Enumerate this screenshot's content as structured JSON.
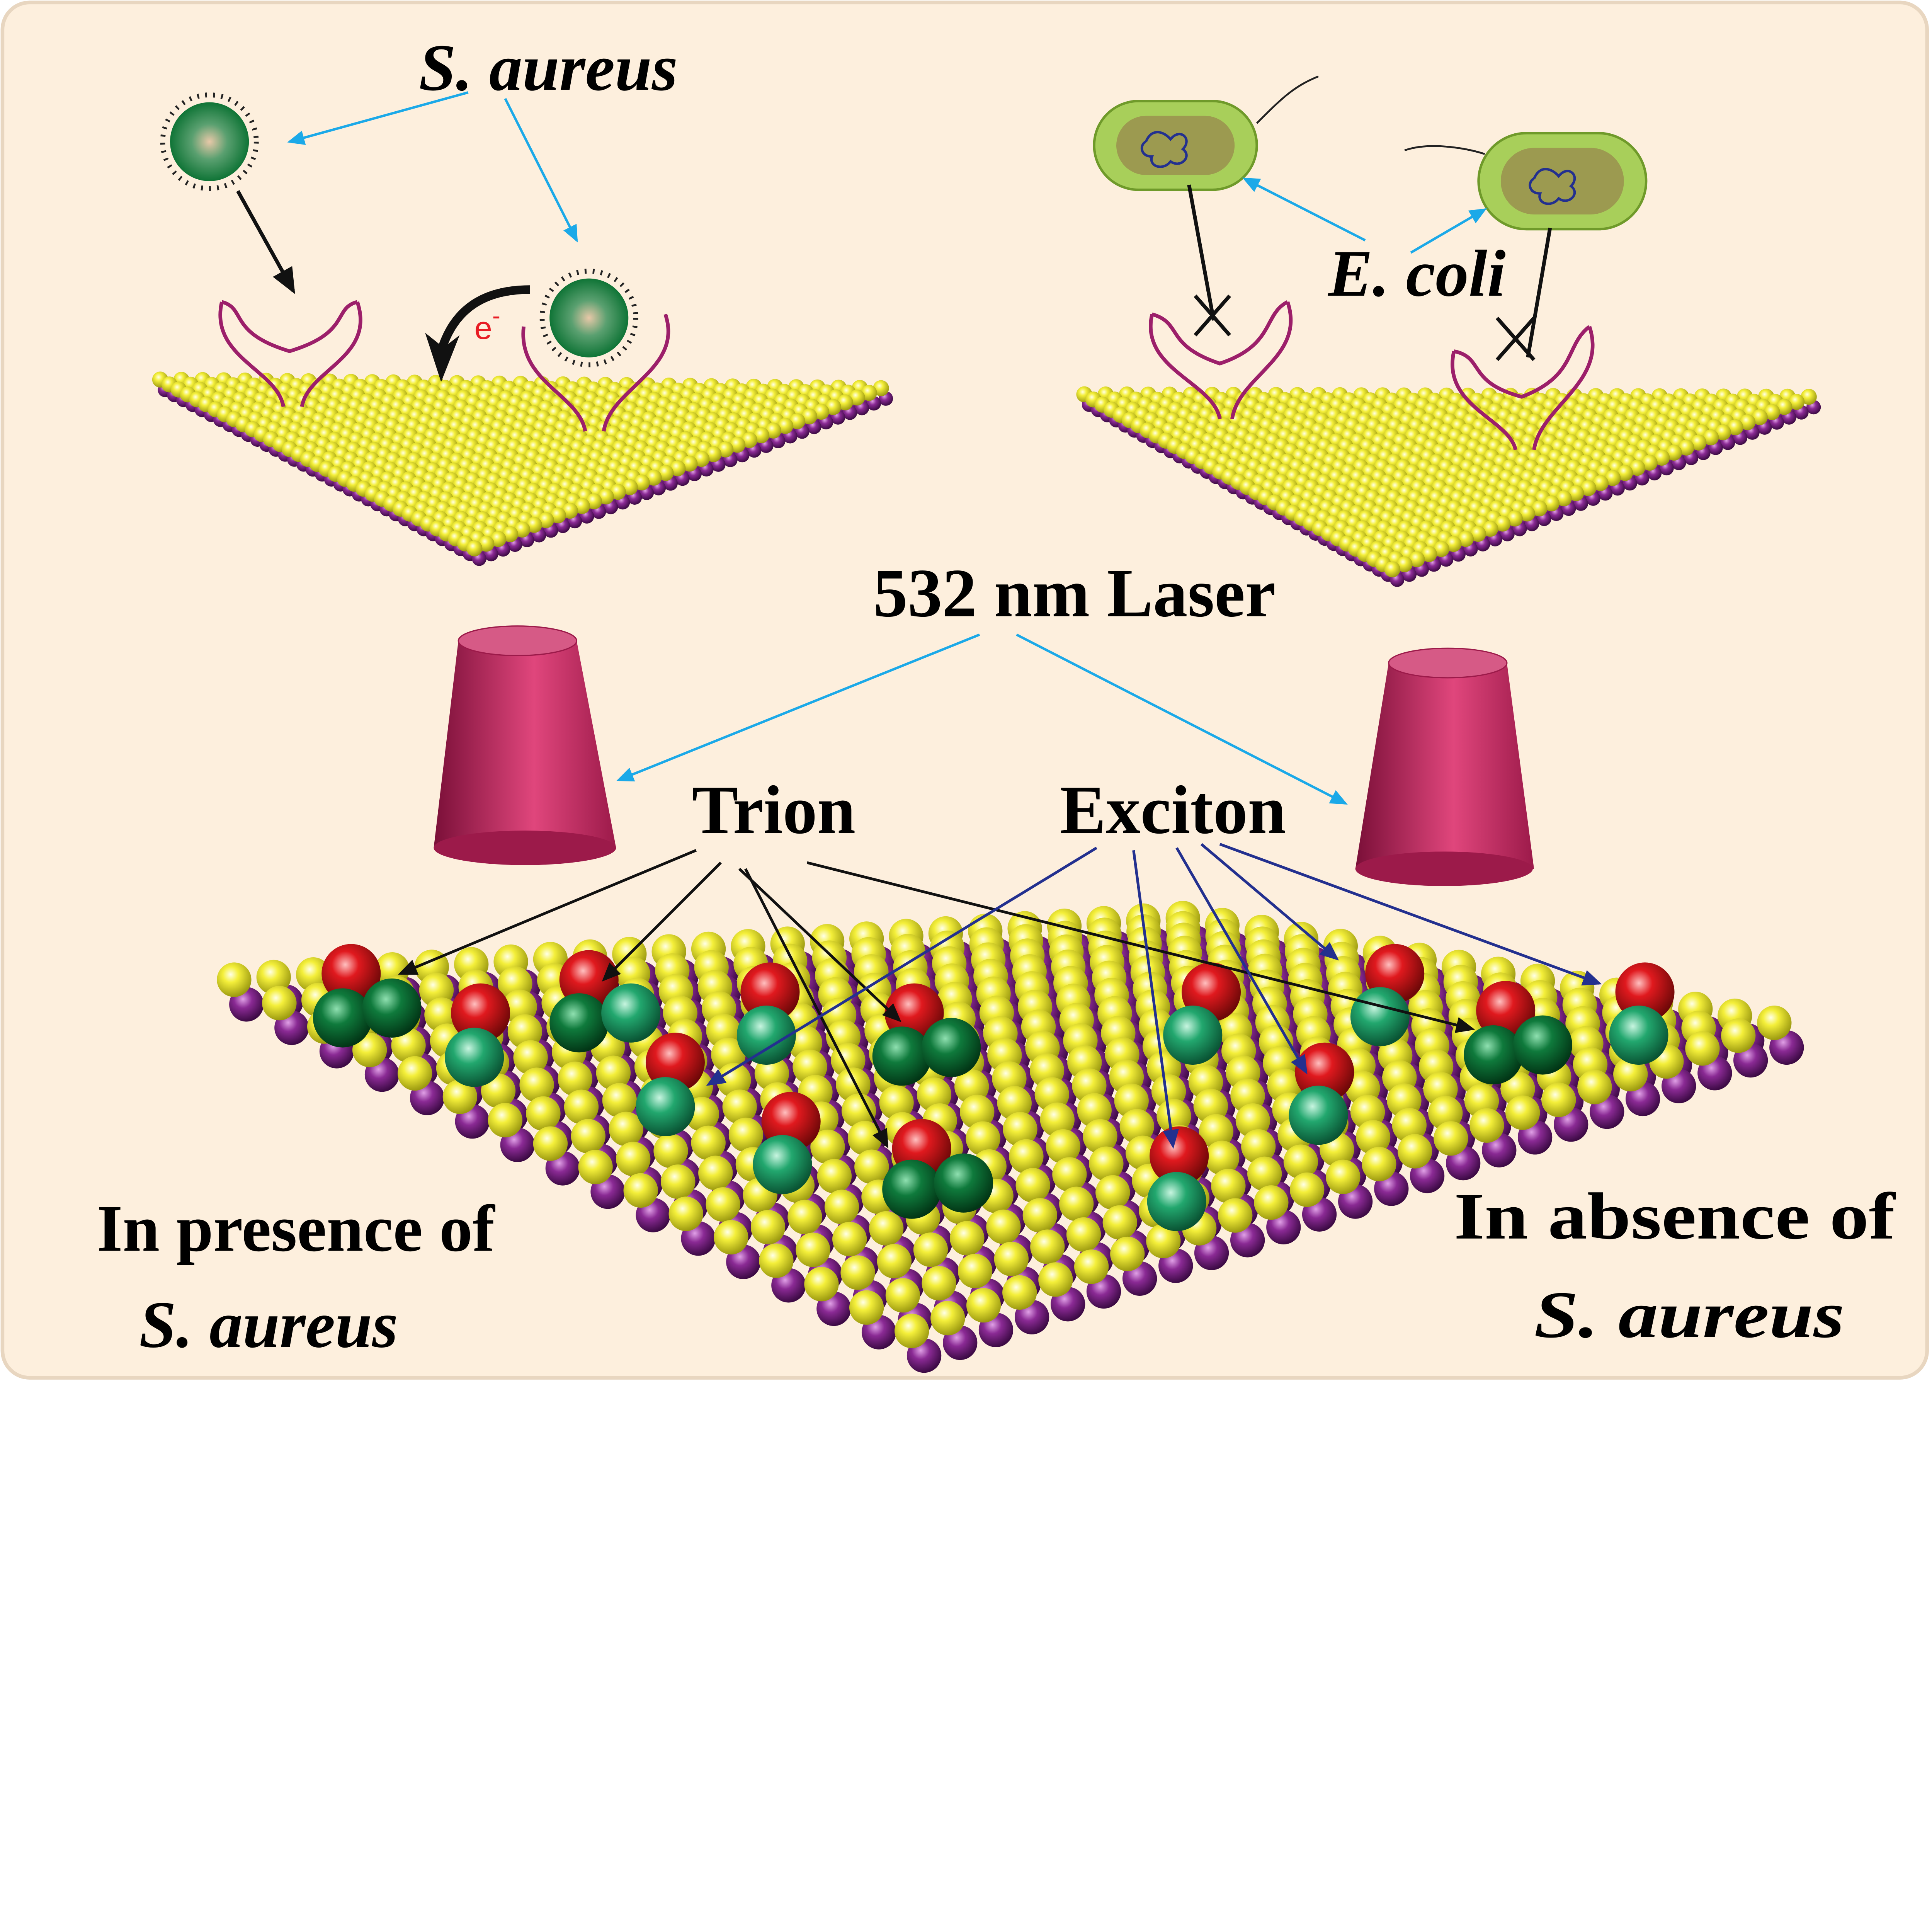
{
  "labels": {
    "top_left_bacterium": "S. aureus",
    "top_right_bacterium": "E. coli",
    "electron": "e",
    "electron_charge": "-",
    "laser": "532 nm Laser",
    "trion": "Trion",
    "exciton": "Exciton",
    "presence_line1": "In presence of",
    "presence_line2": "S. aureus",
    "absence_line1": "In absence of",
    "absence_line2": "S. aureus"
  },
  "colors": {
    "background": "#FDEFDD",
    "sulfur": "#F2EC2A",
    "metal": "#7A1E82",
    "aptamer": "#9C1F6A",
    "laser_cone": "#C2265F",
    "cyan_arrow": "#1BA9E8",
    "blue_arrow": "#23308F",
    "electron": "#E81C24",
    "trion_hole": "#D81E1E",
    "dark_electron": "#0B6B34",
    "exciton_electron": "#22A76E",
    "ecoli_body": "#A8CF5A"
  }
}
